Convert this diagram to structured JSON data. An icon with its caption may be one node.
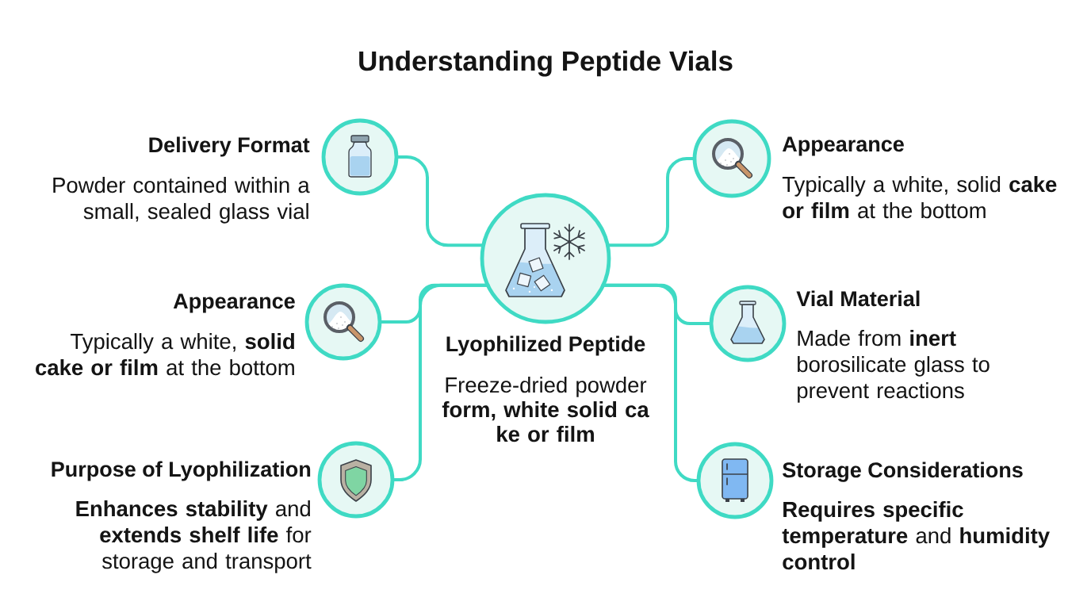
{
  "diagram": {
    "title": "Understanding Peptide Vials",
    "nodes": [
      {
        "text": [
          "Delivery Format",
          "Powder contained within a small, sealed glass vial"
        ]
      },
      {
        "text": [
          "Appearance",
          "Typically a white, solid **cake or film** at the bottom"
        ]
      },
      {
        "text": [
          "Lyophilized Peptide",
          "Freeze-dried powder **form, white solid ca ke or film**"
        ]
      },
      {
        "text": [
          "Appearance",
          "Typically a white, **solid cake or film** at the bottom"
        ]
      },
      {
        "text": [
          "Vial Material",
          "Made from **inert** borosilicate glass to prevent reactions"
        ]
      },
      {
        "text": [
          "Purpose of Lyophilization",
          "**Enhances stability** and **extends shelf life** for storage and transport"
        ]
      },
      {
        "text": [
          "Storage Considerations",
          "**Requires specific temperature** and **humidity control**"
        ]
      }
    ],
    "edges": [
      {
        "from": 2,
        "to": 0,
        "arrow": "none"
      },
      {
        "from": 2,
        "to": 1,
        "arrow": "none"
      },
      {
        "from": 2,
        "to": 3,
        "arrow": "none"
      },
      {
        "from": 2,
        "to": 4,
        "arrow": "none"
      },
      {
        "from": 2,
        "to": 5,
        "arrow": "none"
      },
      {
        "from": 2,
        "to": 6,
        "arrow": "none"
      }
    ]
  }
}
